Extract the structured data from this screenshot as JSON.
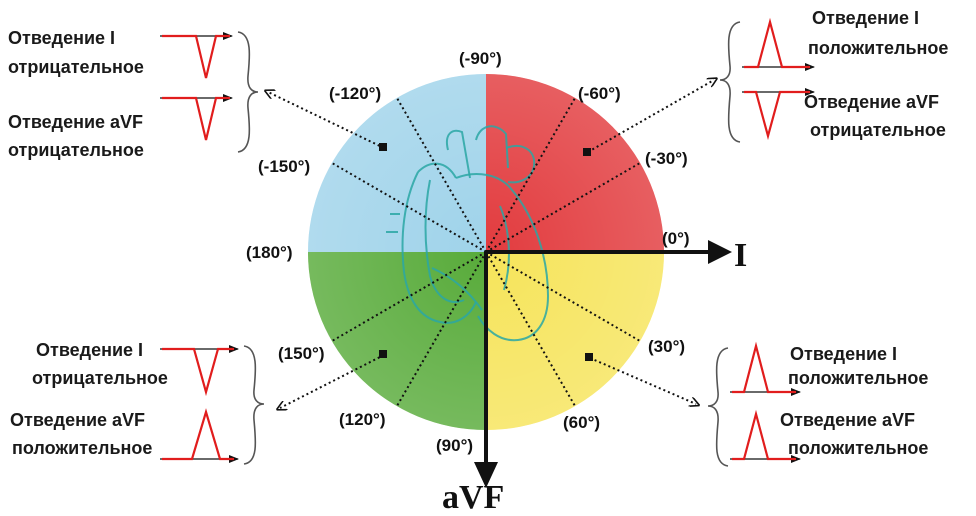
{
  "colors": {
    "q_upper_left": "#9fd3ea",
    "q_upper_right": "#e23b3e",
    "q_lower_left": "#58ab3a",
    "q_lower_right": "#f6e45a",
    "ecg_wave": "#e11d1d"
  },
  "axes": {
    "horizontal": "I",
    "vertical": "aVF"
  },
  "angles": [
    "(-90°)",
    "(-60°)",
    "(-30°)",
    "(0°)",
    "(30°)",
    "(60°)",
    "(90°)",
    "(120°)",
    "(150°)",
    "(180°)",
    "(-150°)",
    "(-120°)"
  ],
  "panels": {
    "top_left": {
      "lead_i_label": "Отведение I",
      "lead_i_state": "отрицательное",
      "lead_avf_label": "Отведение aVF",
      "lead_avf_state": "отрицательное"
    },
    "top_right": {
      "lead_i_label": "Отведение I",
      "lead_i_state": "положительное",
      "lead_avf_label": "Отведение aVF",
      "lead_avf_state": "отрицательное"
    },
    "bottom_left": {
      "lead_i_label": "Отведение I",
      "lead_i_state": "отрицательное",
      "lead_avf_label": "Отведение aVF",
      "lead_avf_state": "положительное"
    },
    "bottom_right": {
      "lead_i_label": "Отведение I",
      "lead_i_state": "положительное",
      "lead_avf_label": "Отведение aVF",
      "lead_avf_state": "положительное"
    }
  }
}
